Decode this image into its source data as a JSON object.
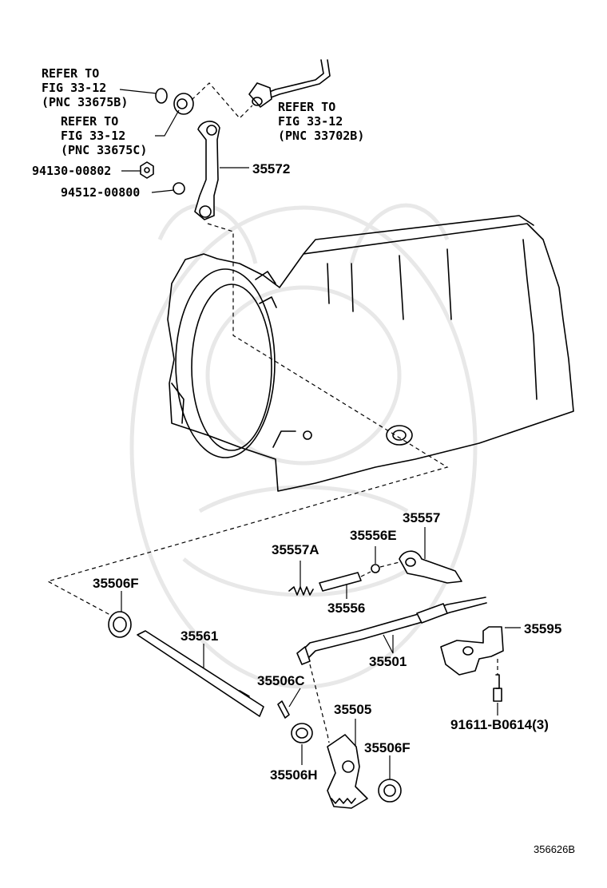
{
  "figure_id": "356626B",
  "refs": [
    {
      "line1": "REFER TO",
      "line2": "FIG 33-12",
      "line3": "(PNC 33675B)"
    },
    {
      "line1": "REFER TO",
      "line2": "FIG 33-12",
      "line3": "(PNC 33675C)"
    },
    {
      "line1": "REFER TO",
      "line2": "FIG 33-12",
      "line3": "(PNC 33702B)"
    }
  ],
  "parts": {
    "p94130": "94130-00802",
    "p94512": "94512-00800",
    "p35572": "35572",
    "p35557": "35557",
    "p35556E": "35556E",
    "p35557A": "35557A",
    "p35556": "35556",
    "p35506F": "35506F",
    "p35561": "35561",
    "p35501": "35501",
    "p35595": "35595",
    "p35506C": "35506C",
    "p35505": "35505",
    "p91611": "91611-B0614(3)",
    "p35506H": "35506H"
  }
}
